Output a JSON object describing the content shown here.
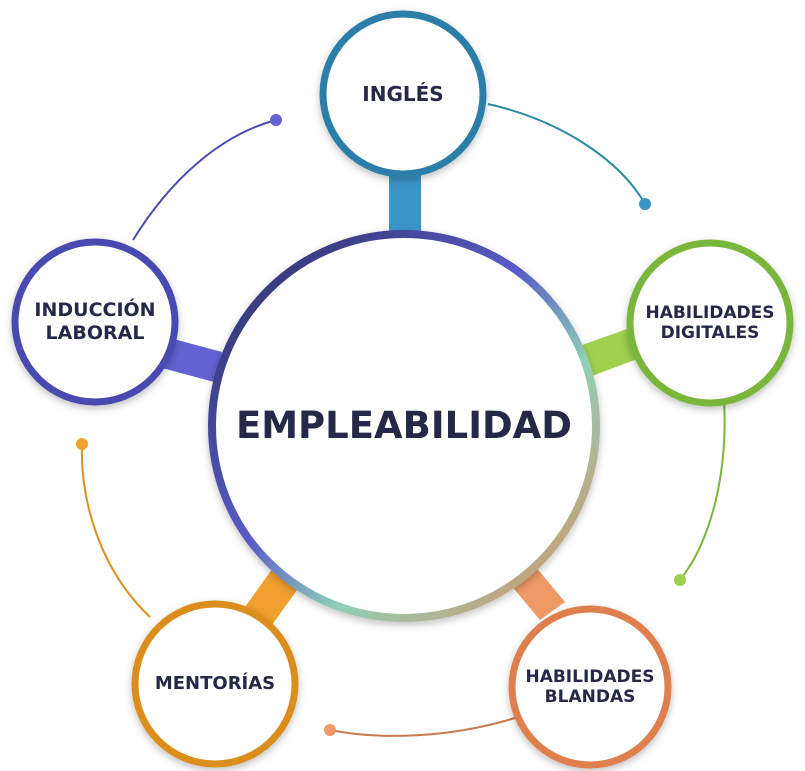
{
  "center": {
    "label": "EMPLEABILIDAD",
    "color": "#262848"
  },
  "nodes": [
    {
      "label": "INGLÉS",
      "color": "#2a7ea8",
      "connector": "#3b95c8"
    },
    {
      "label": "HABILIDADES DIGITALES",
      "color": "#7ab63a",
      "connector": "#9fd14e"
    },
    {
      "label": "HABILIDADES BLANDAS",
      "color": "#de7f4e",
      "connector": "#ee9a66"
    },
    {
      "label": "MENTORÍAS",
      "color": "#dc8e1c",
      "connector": "#f0a02e"
    },
    {
      "label": "INDUCCIÓN LABORAL",
      "color": "#4a4ab2",
      "connector": "#6262d2"
    }
  ]
}
